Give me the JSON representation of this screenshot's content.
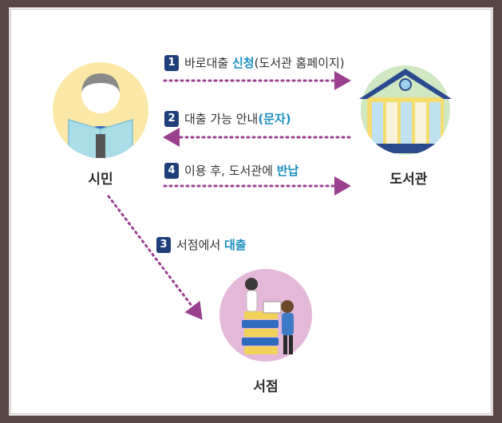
{
  "nodes": {
    "citizen": "시민",
    "library": "도서관",
    "bookstore": "서점"
  },
  "steps": [
    {
      "num": "1",
      "before": "바로대출 ",
      "highlight": "신청",
      "after": "(도서관 홈페이지)"
    },
    {
      "num": "2",
      "before": "대출 가능 안내",
      "highlight": "(문자)",
      "after": ""
    },
    {
      "num": "4",
      "before": "이용 후, 도서관에 ",
      "highlight": "반납",
      "after": ""
    },
    {
      "num": "3",
      "before": "서점에서 ",
      "highlight": "대출",
      "after": ""
    }
  ],
  "colors": {
    "badge": "#1f3f7a",
    "highlight": "#1a8fc0",
    "arrow": "#9b3f8f",
    "citizen_circle": "#fbe7a6",
    "library_circle": "#cfe8c2",
    "bookstore_circle": "#e4b8d8",
    "frame": "#5a4545"
  },
  "icons": [
    "citizen-reading-icon",
    "library-building-icon",
    "bookstore-clerk-icon"
  ]
}
